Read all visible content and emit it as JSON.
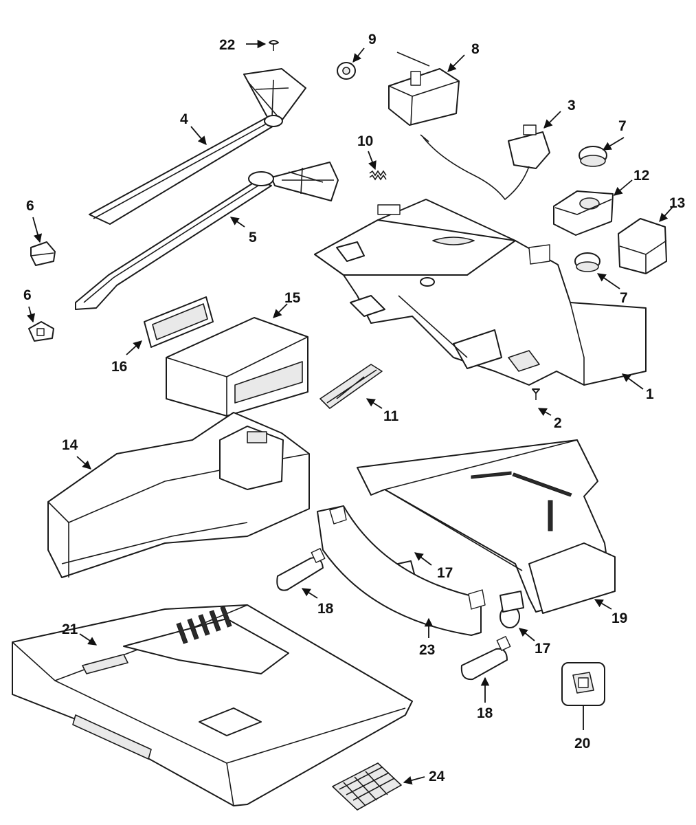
{
  "callouts": [
    {
      "id": "c22",
      "label": "22"
    },
    {
      "id": "c9",
      "label": "9"
    },
    {
      "id": "c8",
      "label": "8"
    },
    {
      "id": "c4",
      "label": "4"
    },
    {
      "id": "c10",
      "label": "10"
    },
    {
      "id": "c3",
      "label": "3"
    },
    {
      "id": "c7a",
      "label": "7"
    },
    {
      "id": "c12",
      "label": "12"
    },
    {
      "id": "c13",
      "label": "13"
    },
    {
      "id": "c6a",
      "label": "6"
    },
    {
      "id": "c5",
      "label": "5"
    },
    {
      "id": "c7b",
      "label": "7"
    },
    {
      "id": "c6b",
      "label": "6"
    },
    {
      "id": "c15",
      "label": "15"
    },
    {
      "id": "c16",
      "label": "16"
    },
    {
      "id": "c1",
      "label": "1"
    },
    {
      "id": "c2",
      "label": "2"
    },
    {
      "id": "c11",
      "label": "11"
    },
    {
      "id": "c14",
      "label": "14"
    },
    {
      "id": "c17a",
      "label": "17"
    },
    {
      "id": "c18a",
      "label": "18"
    },
    {
      "id": "c19",
      "label": "19"
    },
    {
      "id": "c21",
      "label": "21"
    },
    {
      "id": "c23",
      "label": "23"
    },
    {
      "id": "c17b",
      "label": "17"
    },
    {
      "id": "c18b",
      "label": "18"
    },
    {
      "id": "c20",
      "label": "20"
    },
    {
      "id": "c24",
      "label": "24"
    }
  ]
}
